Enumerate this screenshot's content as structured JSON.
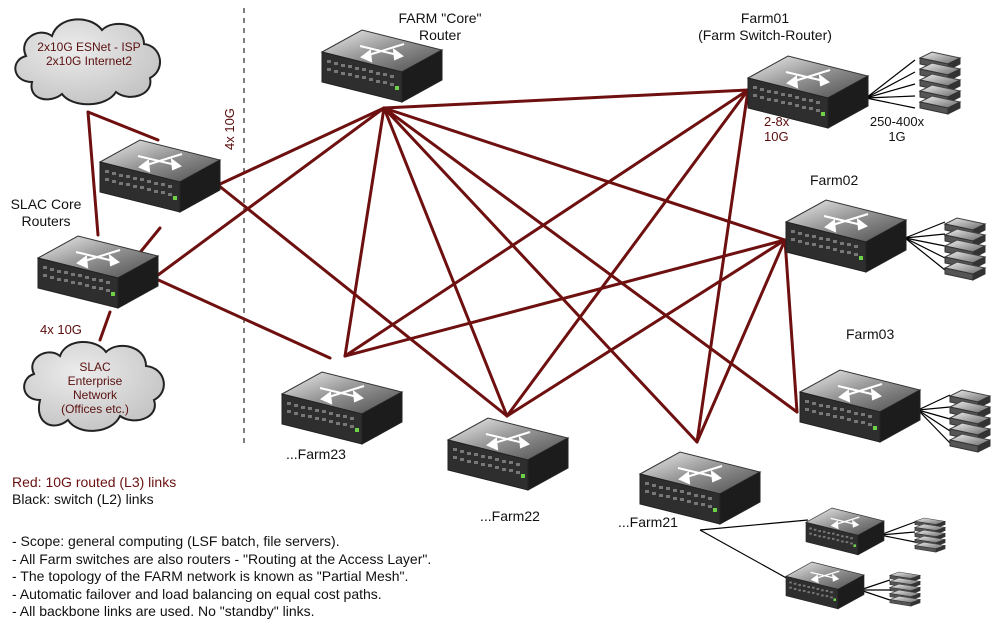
{
  "title_core": [
    "FARM \"Core\"",
    "Router"
  ],
  "farm01": [
    "Farm01",
    "(Farm Switch-Router)"
  ],
  "farm01_uplink": [
    "2-8x",
    "10G"
  ],
  "farm01_hosts": [
    "250-400x",
    "1G"
  ],
  "farm02": "Farm02",
  "farm03": "Farm03",
  "farm21": "...Farm21",
  "farm22": "...Farm22",
  "farm23": "...Farm23",
  "slac_core": [
    "SLAC Core",
    "Routers"
  ],
  "cloud_isp": [
    "2x10G ESNet - ISP",
    "2x10G Internet2"
  ],
  "cloud_enterprise": [
    "SLAC",
    "Enterprise",
    "Network",
    "(Offices etc.)"
  ],
  "link_4x10g_vertical": "4x 10G",
  "link_4x10g_lower": "4x 10G",
  "legend": {
    "red": "Red: 10G routed (L3) links",
    "black": "Black: switch (L2) links"
  },
  "notes": [
    "- Scope: general computing (LSF batch, file servers).",
    "- All Farm switches are also routers - \"Routing at the Access Layer\".",
    "- The topology of the FARM network is known as  \"Partial Mesh\".",
    "- Automatic failover and load balancing on equal cost paths.",
    "- All backbone links are used. No \"standby\" links."
  ],
  "colors": {
    "l3_link": "#6e1010",
    "l2_link": "#000000",
    "cloud_fill": "#d8d8d8",
    "switch_body": "#3a3a3a"
  },
  "icons": [
    "router-icon",
    "switch-icon",
    "server-stack-icon",
    "cloud-icon"
  ]
}
